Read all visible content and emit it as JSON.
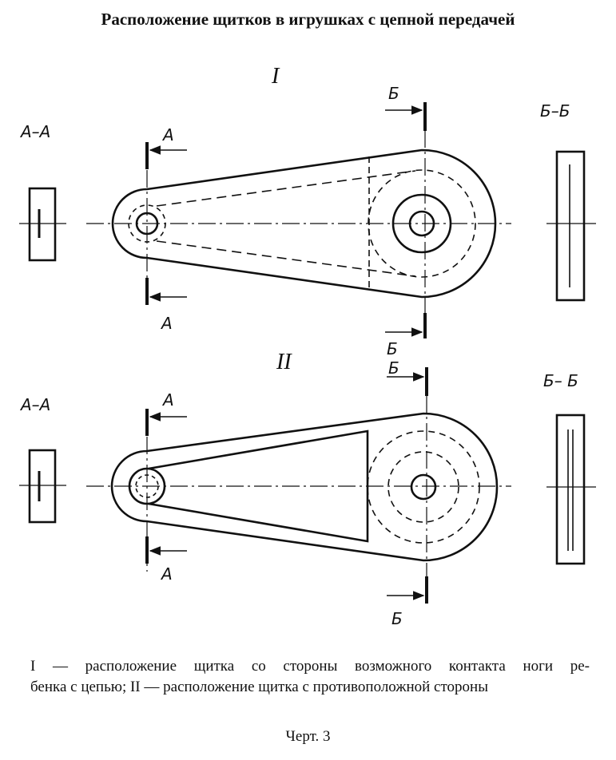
{
  "title": "Расположение щитков в игрушках с цепной передачей",
  "diagram": {
    "view1": {
      "roman": "I",
      "section_left_title": "А–А",
      "section_right_title": "Б–Б",
      "cut_a_top": "А",
      "cut_a_bottom": "А",
      "cut_b_top": "Б",
      "cut_b_bottom": "Б"
    },
    "view2": {
      "roman": "II",
      "section_left_title": "А–А",
      "section_right_title": "Б– Б",
      "cut_a_top": "А",
      "cut_a_bottom": "А",
      "cut_b_top": "Б",
      "cut_b_bottom": "Б"
    }
  },
  "caption": {
    "line1": "I — расположение щитка со стороны возможного контакта ноги ре-",
    "line2": "бенка с цепью; II — расположение щитка с противоположной стороны"
  },
  "figure_label": "Черт. 3"
}
